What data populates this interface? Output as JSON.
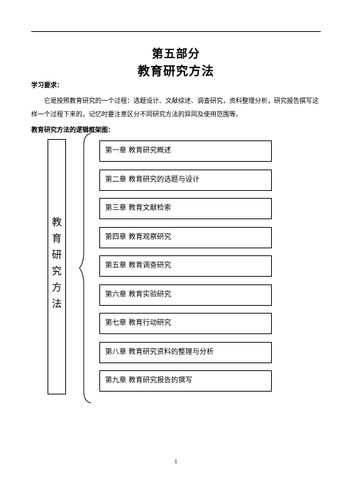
{
  "heading": {
    "part": "第五部分",
    "title": "教育研究方法"
  },
  "requirements": {
    "label": "学习要求：",
    "text": "它是按照教育研究的一个过程：选题设计、文献综述、调查研究，资料整理分析，研究报告撰写这样一个过程下来的，记忆时要注意区分不同研究方法的异同及使用范围等。"
  },
  "framework": {
    "label": "教育研究方法的逻辑框架图：",
    "root_chars": [
      "教",
      "育",
      "研",
      "究",
      "方",
      "法"
    ],
    "chapters": [
      "第一章  教育研究概述",
      "第二章  教育研究的选题与设计",
      "第三章  教育文献检索",
      "第四章  教育观察研究",
      "第五章  教育调查研究",
      "第六章  教育实验研究",
      "第七章  教育行动研究",
      "第八章  教育研究资料的整理与分析",
      "第九章  教育研究报告的撰写"
    ]
  },
  "page_number": "1"
}
